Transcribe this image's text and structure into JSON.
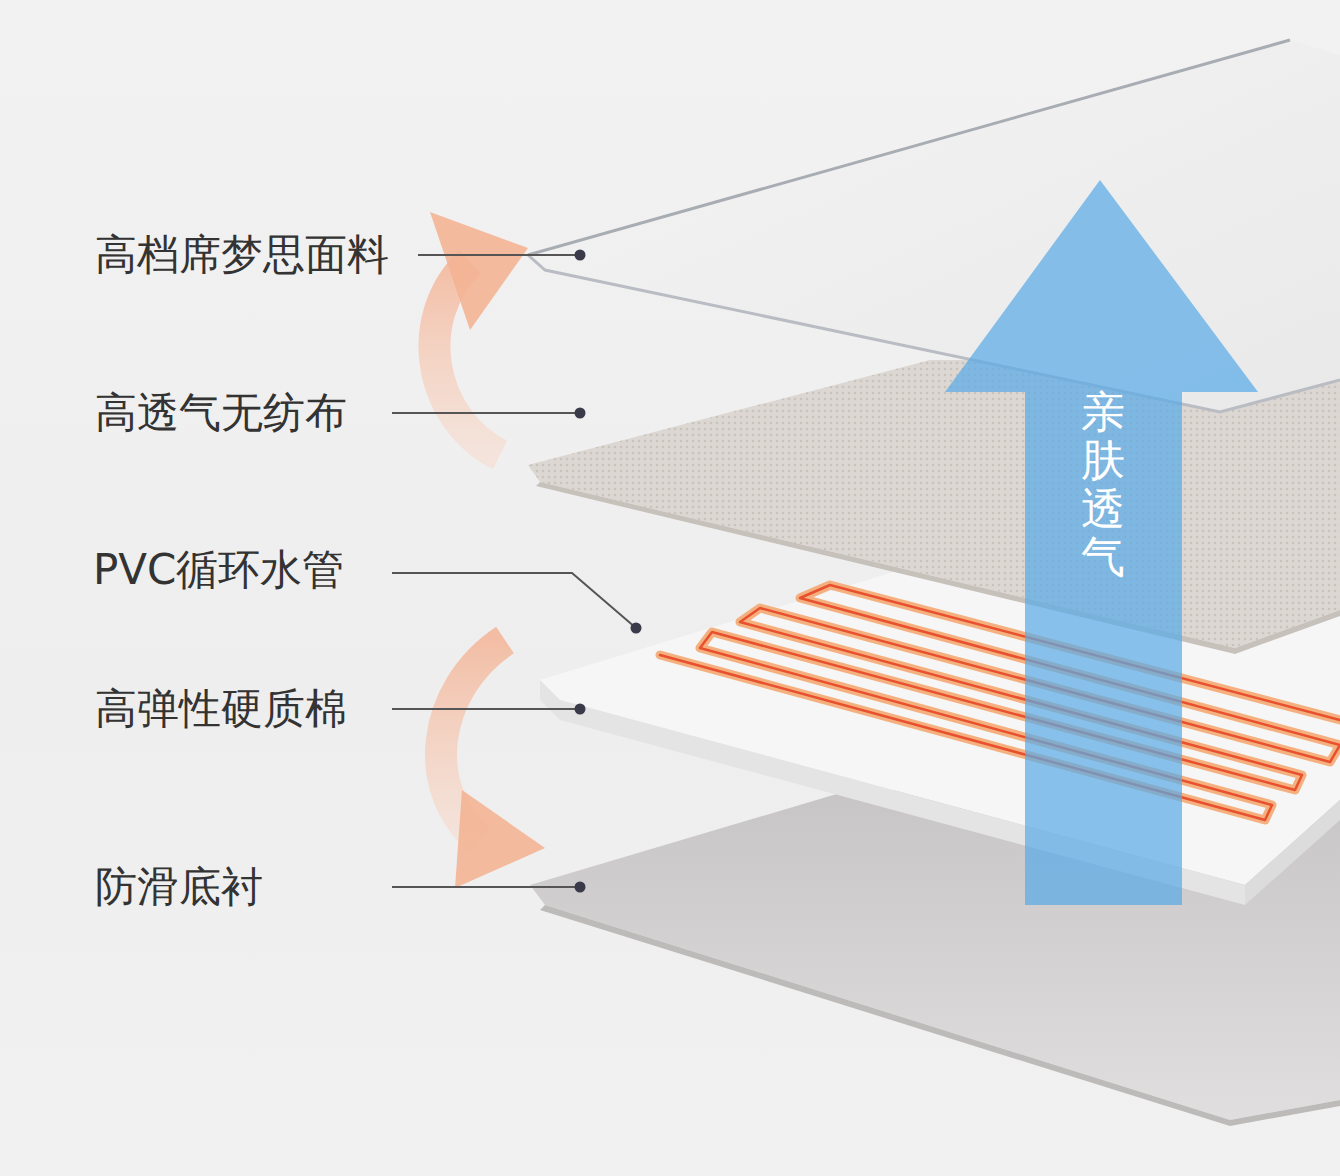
{
  "diagram": {
    "labels": [
      "高档席梦思面料",
      "高透气无纺布",
      "PVC循环水管",
      "高弹性硬质棉",
      "防滑底衬",
      "亲肤透气"
    ]
  }
}
